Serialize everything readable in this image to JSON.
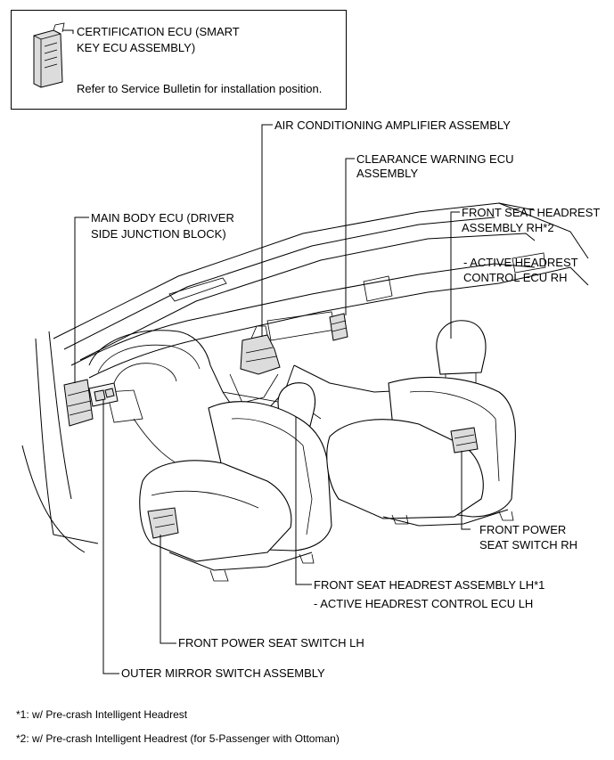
{
  "inset": {
    "label_line1": "CERTIFICATION ECU (SMART",
    "label_line2": "KEY ECU ASSEMBLY)",
    "note": "Refer to Service Bulletin for installation position."
  },
  "labels": {
    "air_conditioning_amplifier": "AIR CONDITIONING AMPLIFIER ASSEMBLY",
    "clearance_warning_line1": "CLEARANCE WARNING ECU",
    "clearance_warning_line2": "ASSEMBLY",
    "main_body_ecu_line1": "MAIN BODY ECU (DRIVER",
    "main_body_ecu_line2": "SIDE JUNCTION BLOCK)",
    "headrest_rh_line1": "FRONT SEAT HEADREST",
    "headrest_rh_line2": "ASSEMBLY RH*2",
    "active_headrest_rh_line1": "- ACTIVE HEADREST",
    "active_headrest_rh_line2": "CONTROL ECU RH",
    "power_seat_switch_rh_line1": "FRONT POWER",
    "power_seat_switch_rh_line2": "SEAT SWITCH RH",
    "headrest_lh": "FRONT SEAT HEADREST ASSEMBLY LH*1",
    "active_headrest_lh": "- ACTIVE HEADREST CONTROL ECU LH",
    "power_seat_switch_lh": "FRONT POWER SEAT SWITCH LH",
    "outer_mirror_switch": "OUTER MIRROR SWITCH ASSEMBLY"
  },
  "footnotes": {
    "note1": "*1: w/ Pre-crash Intelligent Headrest",
    "note2": "*2: w/ Pre-crash Intelligent Headrest (for 5-Passenger with Ottoman)"
  }
}
